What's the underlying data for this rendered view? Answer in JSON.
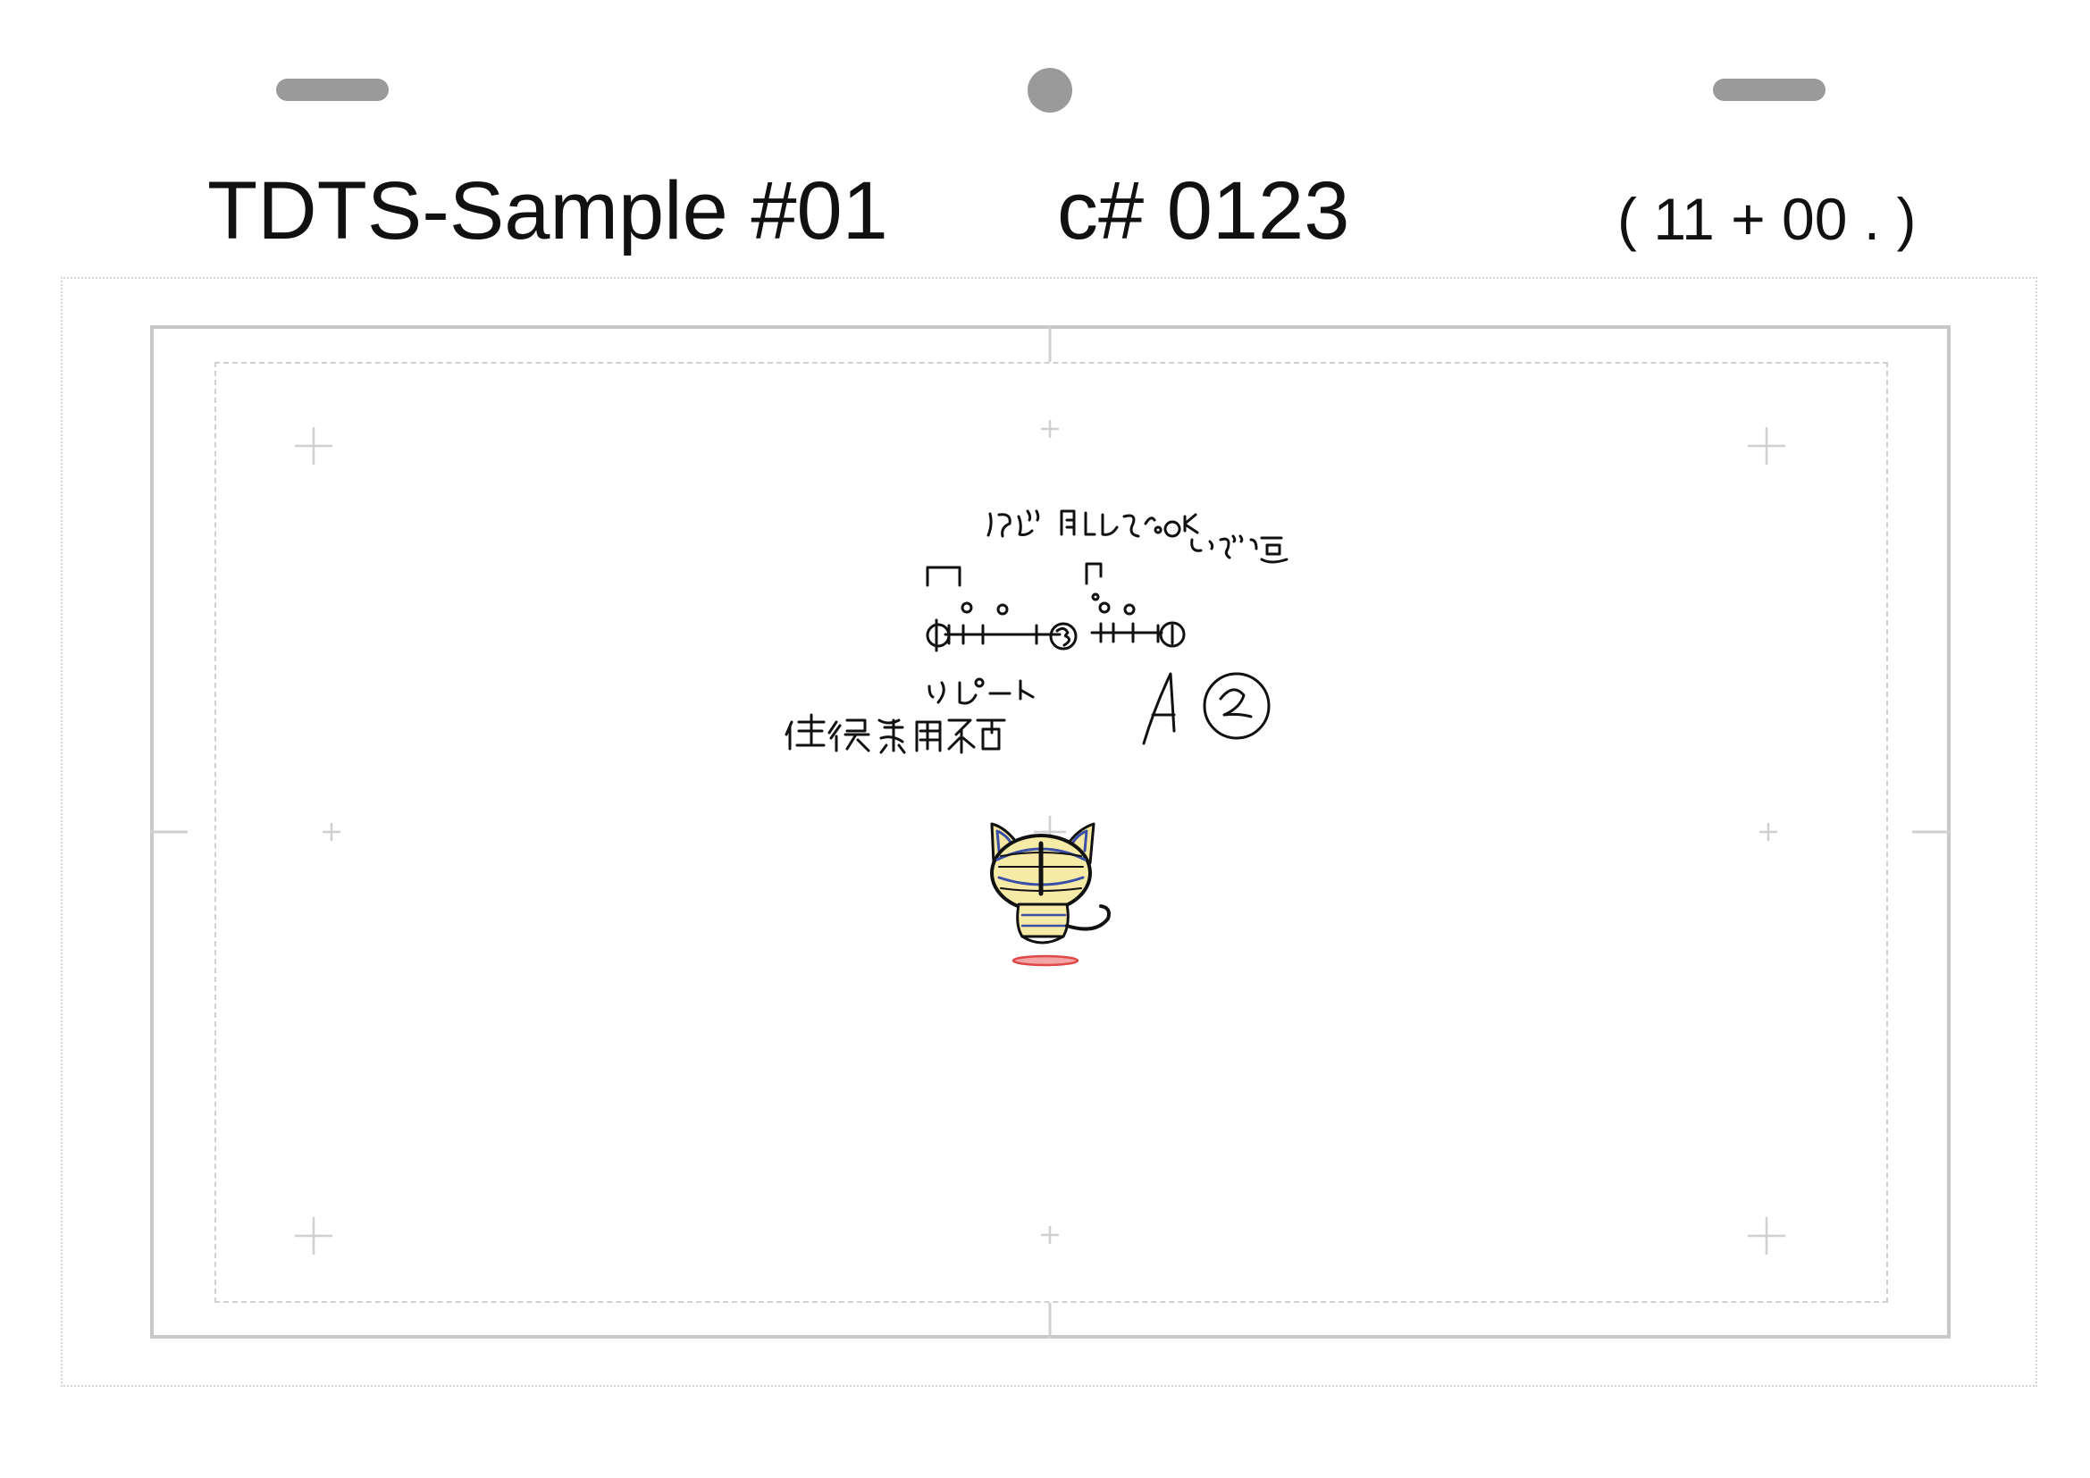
{
  "header": {
    "title": "TDTS-Sample #01",
    "cut_number": "c# 0123",
    "duration": "( 11 + 00 . )"
  },
  "frame": {
    "guide_color": "#c8c8c8",
    "handwriting_color": "#111111"
  },
  "drawing": {
    "note_top": "ほぼ同トレスでOK",
    "note_top2": "しっかり注意",
    "note_repeat": "リピート",
    "note_reuse": "往復兼用不可",
    "layer_label": "A②",
    "timing_keys": [
      "①",
      "③",
      "①"
    ],
    "character": "cat-sketch"
  }
}
